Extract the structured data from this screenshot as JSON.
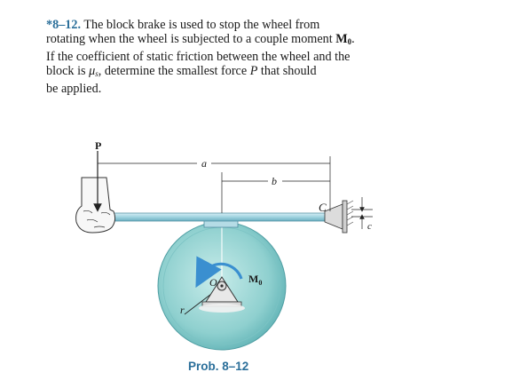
{
  "problem": {
    "number": "*8–12.",
    "line1_rest": "The block brake is used to stop the wheel from",
    "line2_pre": "rotating when the wheel is subjected to a couple moment ",
    "moment_symbol": "M",
    "moment_sub": "0",
    "line2_post": ".",
    "line3": "If the coefficient of static friction between the wheel and the",
    "line4_pre": "block is ",
    "mu_symbol": "μ",
    "mu_sub": "s",
    "line4_post": ", determine the smallest force ",
    "force_symbol": "P",
    "line4_end": " that should",
    "line5": "be applied."
  },
  "figure": {
    "label_P": "P",
    "label_a": "a",
    "label_b": "b",
    "label_C": "C",
    "label_c": "c",
    "label_O": "O",
    "label_r": "r",
    "label_M": "M",
    "label_M_sub": "0"
  },
  "caption": "Prob. 8–12",
  "colors": {
    "wheel": "#8fd0cf",
    "wheel_dark": "#5fb2b5",
    "bar": "#9fd3df",
    "accent_blue": "#2b6f9a",
    "moment_arrow": "#3a8fd0"
  }
}
